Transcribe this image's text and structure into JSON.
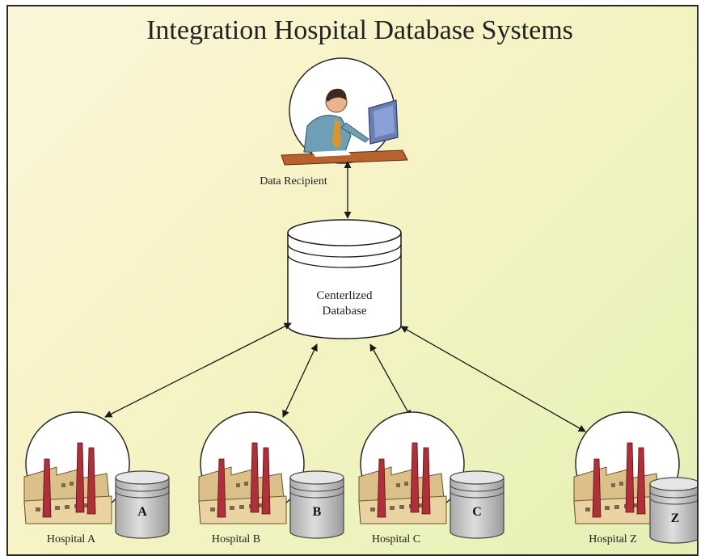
{
  "title": "Integration Hospital Database Systems",
  "recipient": {
    "label": "Data Recipient"
  },
  "central_db": {
    "line1": "Centerlized",
    "line2": "Database"
  },
  "hospitals": [
    {
      "label": "Hospital A",
      "db_letter": "A"
    },
    {
      "label": "Hospital B",
      "db_letter": "B"
    },
    {
      "label": "Hospital C",
      "db_letter": "C"
    },
    {
      "label": "Hospital Z",
      "db_letter": "Z"
    }
  ],
  "colors": {
    "background": "#f9f3c8",
    "chimney": "#b0303a",
    "building": "#dcc08a",
    "database_gray": "#cfcfcf"
  }
}
